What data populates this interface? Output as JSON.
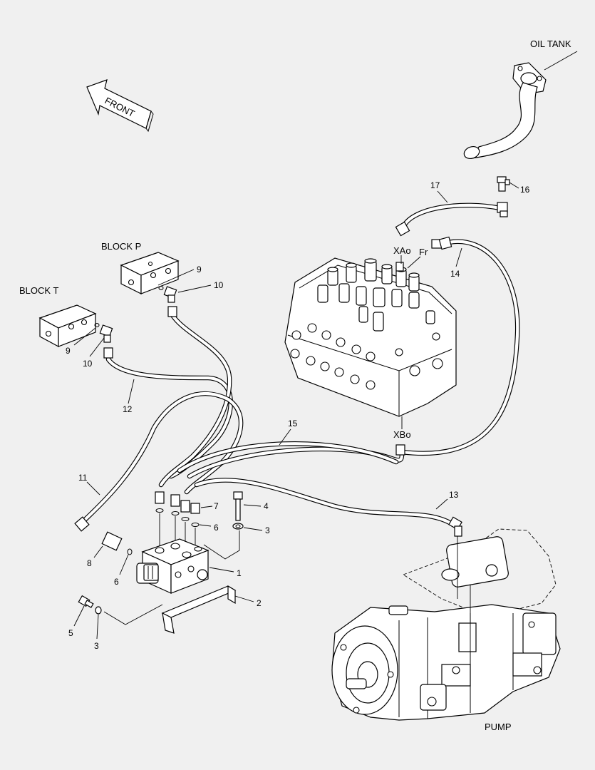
{
  "labels": {
    "oil_tank": "OIL TANK",
    "front": "FRONT",
    "block_p": "BLOCK P",
    "block_t": "BLOCK T",
    "xao": "XAo",
    "fr": "Fr",
    "xbo": "XBo",
    "pump": "PUMP"
  },
  "callouts": {
    "c1": "1",
    "c2": "2",
    "c3a": "3",
    "c3b": "3",
    "c4": "4",
    "c5": "5",
    "c6a": "6",
    "c6b": "6",
    "c7": "7",
    "c8": "8",
    "c9a": "9",
    "c9b": "9",
    "c10a": "10",
    "c10b": "10",
    "c11": "11",
    "c12": "12",
    "c13": "13",
    "c14": "14",
    "c15": "15",
    "c16": "16",
    "c17": "17"
  }
}
